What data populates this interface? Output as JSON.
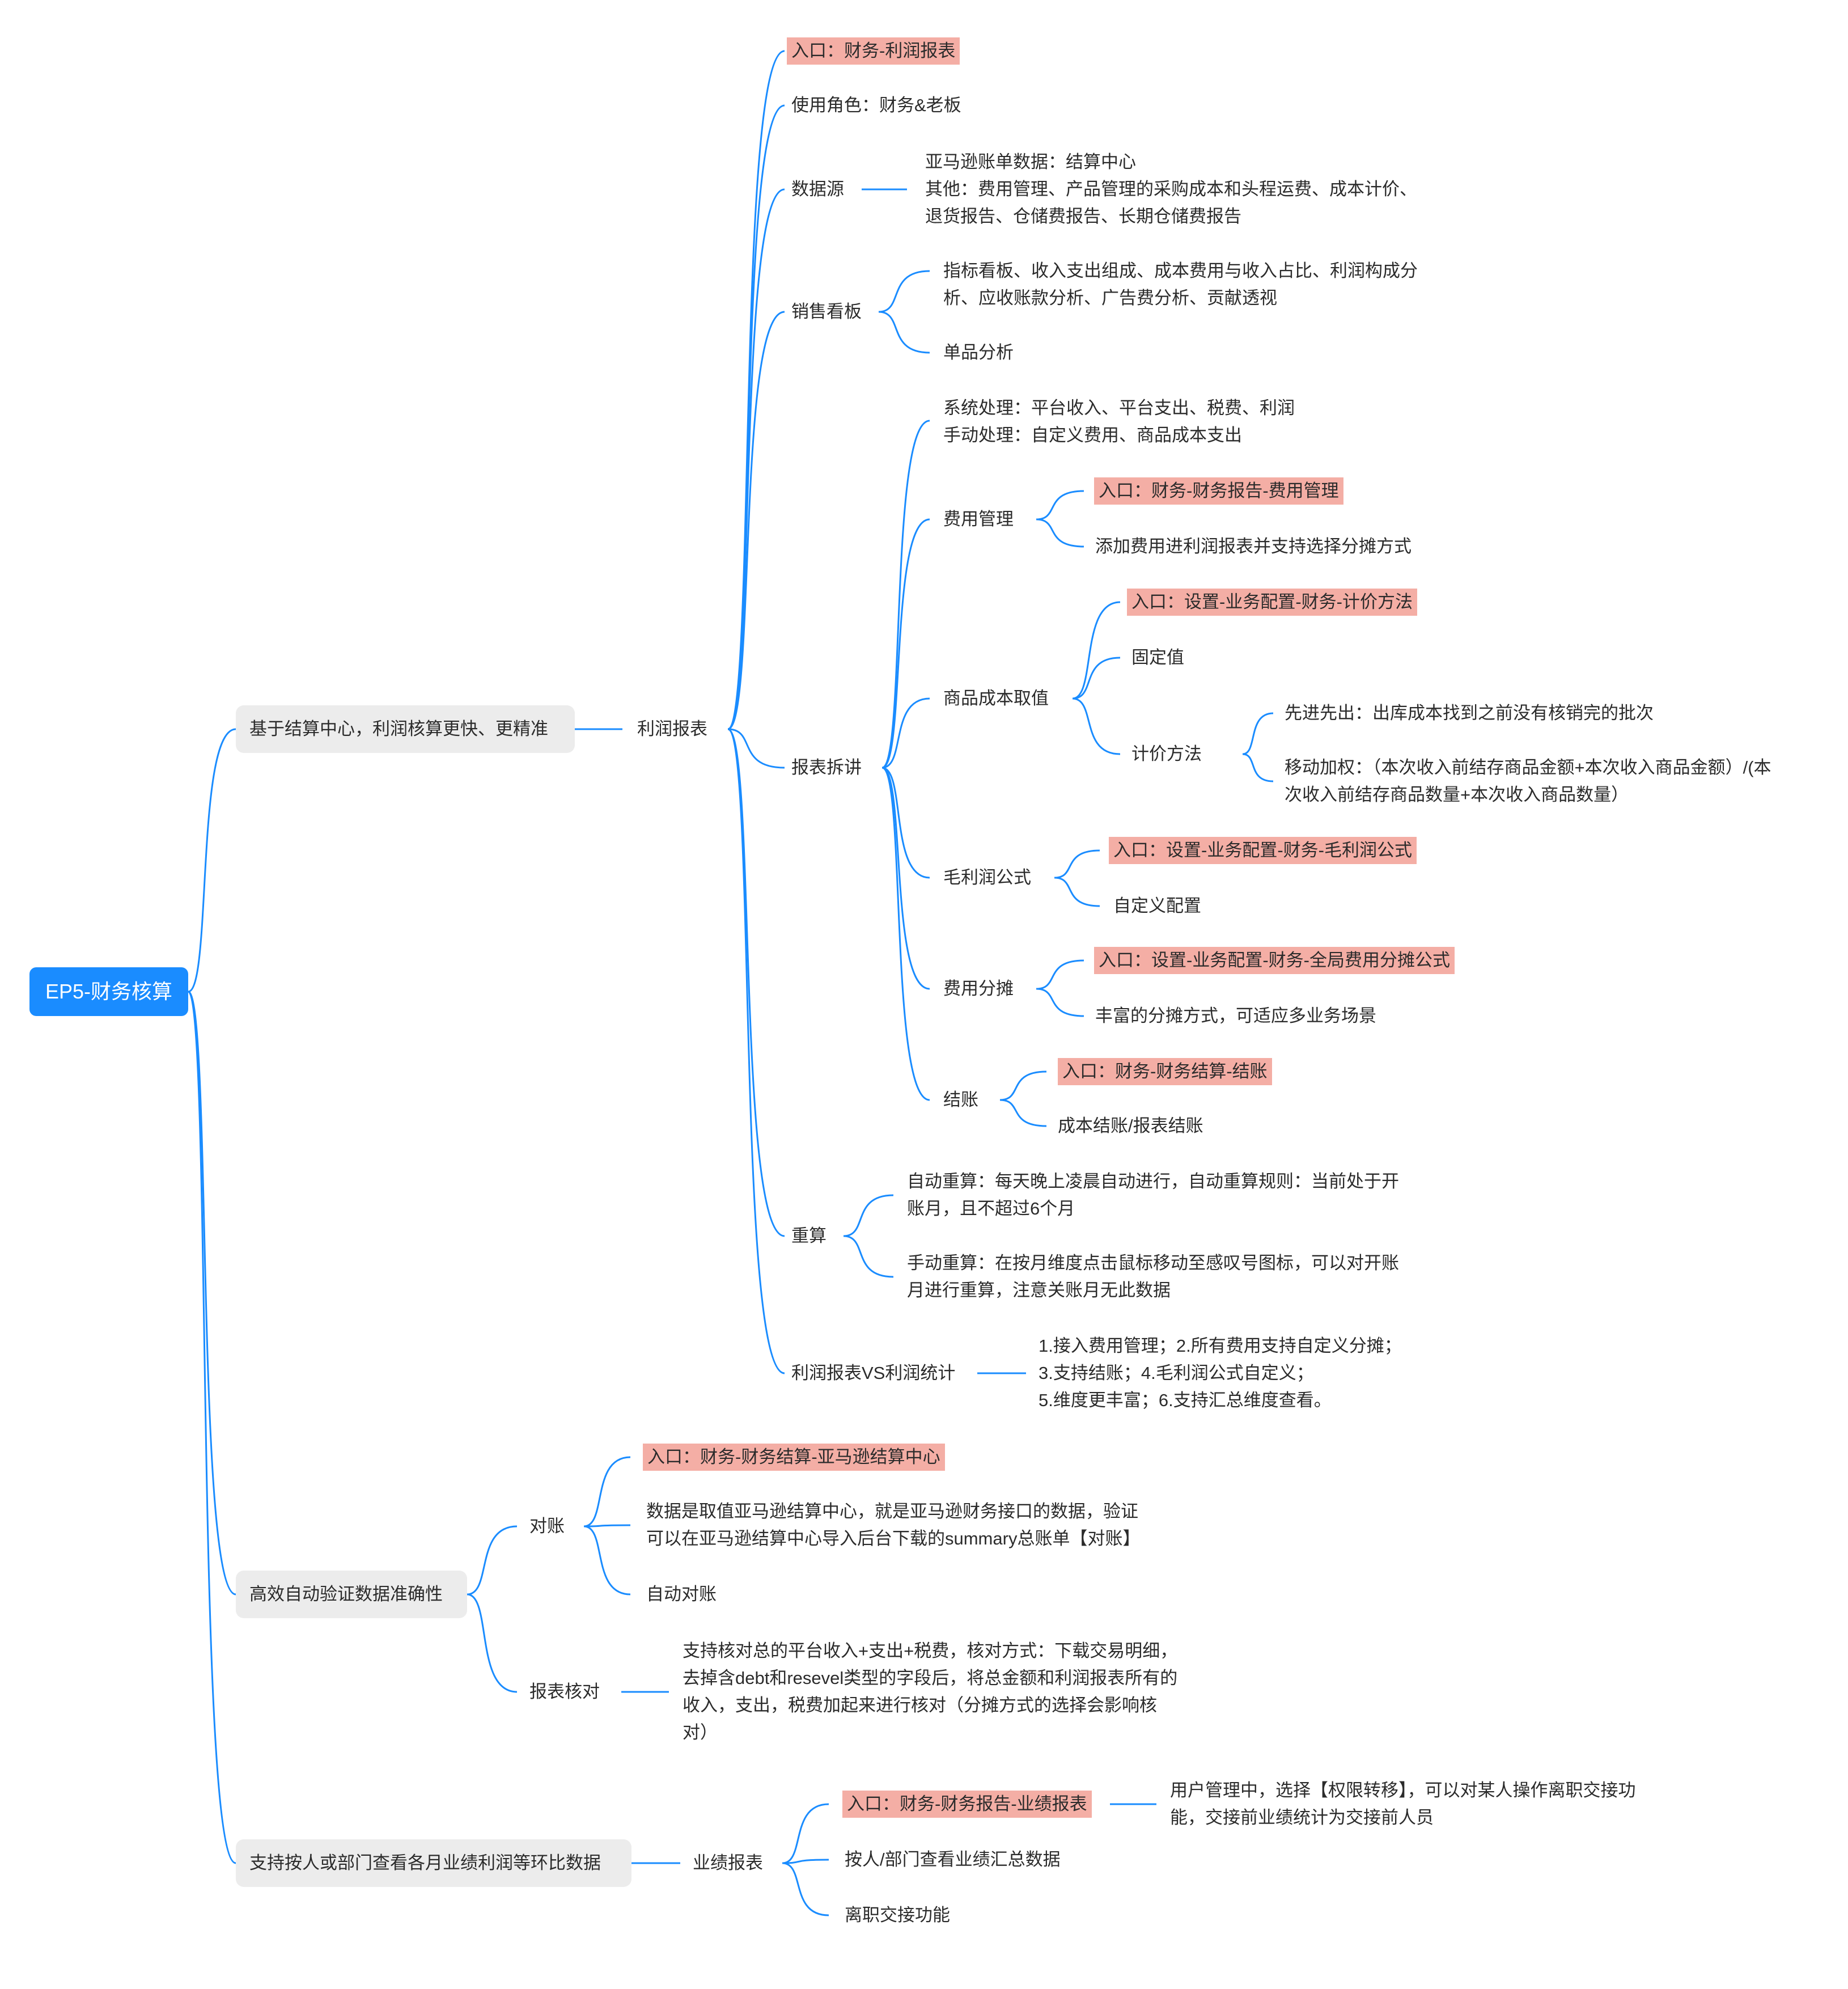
{
  "root": "EP5-财务核算",
  "b1": {
    "label": "基于结算中心，利润核算更快、更精准",
    "report": "利润报表",
    "entry": "入口：财务-利润报表",
    "roles": "使用角色：财务&老板",
    "ds": "数据源",
    "ds_detail": "亚马逊账单数据：结算中心\n其他：费用管理、产品管理的采购成本和头程运费、成本计价、\n退货报告、仓储费报告、长期仓储费报告",
    "sales": "销售看板",
    "sales_a": "指标看板、收入支出组成、成本费用与收入占比、利润构成分\n析、应收账款分析、广告费分析、贡献透视",
    "sales_b": "单品分析",
    "breakdown": "报表拆讲",
    "proc": "系统处理：平台收入、平台支出、税费、利润\n手动处理：自定义费用、商品成本支出",
    "fee": "费用管理",
    "fee_entry": "入口：财务-财务报告-费用管理",
    "fee_desc": "添加费用进利润报表并支持选择分摊方式",
    "cost": "商品成本取值",
    "cost_entry": "入口：设置-业务配置-财务-计价方法",
    "cost_fixed": "固定值",
    "cost_method": "计价方法",
    "fifo": "先进先出：出库成本找到之前没有核销完的批次",
    "mavg": "移动加权：（本次收入前结存商品金额+本次收入商品金额）/(本\n次收入前结存商品数量+本次收入商品数量）",
    "gp": "毛利润公式",
    "gp_entry": "入口：设置-业务配置-财务-毛利润公式",
    "gp_custom": "自定义配置",
    "alloc": "费用分摊",
    "alloc_entry": "入口：设置-业务配置-财务-全局费用分摊公式",
    "alloc_desc": "丰富的分摊方式，可适应多业务场景",
    "close": "结账",
    "close_entry": "入口：财务-财务结算-结账",
    "close_desc": "成本结账/报表结账",
    "recalc": "重算",
    "recalc_auto": "自动重算：每天晚上凌晨自动进行，自动重算规则：当前处于开\n账月，且不超过6个月",
    "recalc_manual": "手动重算：在按月维度点击鼠标移动至感叹号图标，可以对开账\n月进行重算，注意关账月无此数据",
    "vs": "利润报表VS利润统计",
    "vs_detail": "1.接入费用管理；2.所有费用支持自定义分摊；\n3.支持结账；4.毛利润公式自定义；\n5.维度更丰富；6.支持汇总维度查看。"
  },
  "b2": {
    "label": "高效自动验证数据准确性",
    "recon": "对账",
    "recon_entry": "入口：财务-财务结算-亚马逊结算中心",
    "recon_desc": "数据是取值亚马逊结算中心，就是亚马逊财务接口的数据，验证\n可以在亚马逊结算中心导入后台下载的summary总账单【对账】",
    "recon_auto": "自动对账",
    "check": "报表核对",
    "check_desc": "支持核对总的平台收入+支出+税费，核对方式：下载交易明细，\n去掉含debt和resevel类型的字段后，将总金额和利润报表所有的\n收入，支出，税费加起来进行核对（分摊方式的选择会影响核\n对）"
  },
  "b3": {
    "label": "支持按人或部门查看各月业绩利润等环比数据",
    "perf": "业绩报表",
    "perf_entry": "入口：财务-财务报告-业绩报表",
    "perf_entry_desc": "用户管理中，选择【权限转移】，可以对某人操作离职交接功\n能，交接前业绩统计为交接前人员",
    "perf_view": "按人/部门查看业绩汇总数据",
    "perf_handover": "离职交接功能"
  },
  "colors": {
    "root": "#1a8cff",
    "edge": "#1a8cff",
    "highlight": "#f4aea5",
    "branch_bg": "#ececec"
  }
}
